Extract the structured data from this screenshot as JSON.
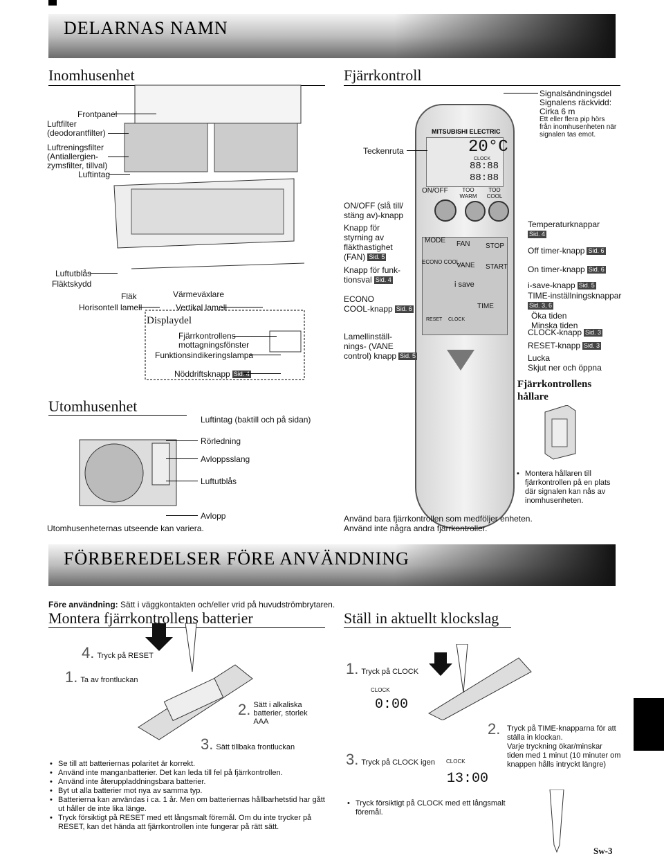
{
  "section1": {
    "title": "DELARNAS NAMN"
  },
  "indoor": {
    "heading": "Inomhusenhet",
    "labels": [
      "Frontpanel",
      "Luftfilter",
      "(deodorantfilter)",
      "Luftreningsfilter",
      "(Antiallergien-",
      "zymsfilter, tillval)",
      "Luftintag",
      "Luftutblås",
      "Fläktskydd",
      "Fläk",
      "Horisontell lamell",
      "Värmeväxlare",
      "Vertikal lamell",
      "Displaydel",
      "Fjärrkontrollens",
      "mottagningsfönster",
      "Funktionsindikeringslampa",
      "Nöddriftsknapp"
    ],
    "nod_ref": "Sid. 4"
  },
  "outdoor": {
    "heading": "Utomhusenhet",
    "labels": [
      "Luftintag (baktill och på sidan)",
      "Rörledning",
      "Avloppsslang",
      "Luftutblås",
      "Avlopp"
    ],
    "note": "Utomhusenheternas utseende kan variera."
  },
  "remote": {
    "heading": "Fjärrkontroll",
    "teckenruta": "Teckenruta",
    "signal": [
      "Signalsändningsdel",
      "Signalens räckvidd:",
      "Cirka 6 m"
    ],
    "signal_small": [
      "Ett eller flera pip hörs",
      "från inomhusenheten när",
      "signalen tas emot."
    ],
    "brand": "MITSUBISHI ELECTRIC",
    "lcd_temp": "20°C",
    "lcd_clock": "CLOCK",
    "lcd_time1": "88:88",
    "lcd_time2": "88:88",
    "keys": {
      "onoff": "ON/OFF",
      "too_warm": "TOO WARM",
      "too_cool": "TOO COOL",
      "mode": "MODE",
      "fan": "FAN",
      "stop": "STOP",
      "econo": "ECONO COOL",
      "vane": "VANE",
      "start": "START",
      "isave": "i save",
      "time": "TIME",
      "reset": "RESET",
      "clock": "CLOCK"
    },
    "left": [
      {
        "lines": [
          "ON/OFF (slå till/",
          "stäng av)-knapp"
        ],
        "ref": ""
      },
      {
        "lines": [
          "Knapp för",
          "styrning av",
          "fläkthastighet",
          "(FAN)"
        ],
        "ref": "Sid. 5"
      },
      {
        "lines": [
          "Knapp för funk-",
          "tionsval"
        ],
        "ref": "Sid. 4"
      },
      {
        "lines": [
          "ECONO",
          "COOL-knapp"
        ],
        "ref": "Sid. 6"
      },
      {
        "lines": [
          "Lamellinställ-",
          "nings- (VANE",
          "control) knapp"
        ],
        "ref": "Sid. 5"
      }
    ],
    "right": [
      {
        "lines": [
          "Temperaturknappar"
        ],
        "ref": "Sid. 4"
      },
      {
        "lines": [
          "Off timer-knapp"
        ],
        "ref": "Sid. 6"
      },
      {
        "lines": [
          "On timer-knapp"
        ],
        "ref": "Sid. 6"
      },
      {
        "lines": [
          "i-save-knapp"
        ],
        "ref": "Sid. 5"
      },
      {
        "lines": [
          "TIME-inställningsknappar"
        ],
        "ref": "Sid. 3, 6"
      },
      {
        "lines": [
          "Öka tiden",
          "Minska tiden"
        ],
        "ref": ""
      },
      {
        "lines": [
          "CLOCK-knapp"
        ],
        "ref": "Sid. 3"
      },
      {
        "lines": [
          "RESET-knapp"
        ],
        "ref": "Sid. 3"
      },
      {
        "lines": [
          "Lucka",
          "Skjut ner och öppna"
        ],
        "ref": ""
      }
    ],
    "holder_title": [
      "Fjärrkontrollens",
      "hållare"
    ],
    "holder_note": [
      "Montera hållaren till",
      "fjärrkontrollen på en plats",
      "där signalen kan nås av",
      "inomhusenheten."
    ],
    "note": [
      "Använd bara fjärrkontrollen som medföljer enheten.",
      "Använd inte några andra fjärrkontroller."
    ]
  },
  "section2": {
    "title": "FÖRBEREDELSER FÖRE ANVÄNDNING"
  },
  "prep": {
    "intro_bold": "Före användning:",
    "intro": "Sätt i väggkontakten och/eller vrid på huvudströmbrytaren."
  },
  "battery": {
    "heading": "Montera fjärrkontrollens batterier",
    "s4": "Tryck på RESET",
    "s1": "Ta av frontluckan",
    "s2": [
      "Sätt i alkaliska",
      "batterier, storlek",
      "AAA"
    ],
    "s3": "Sätt tillbaka frontluckan",
    "n1": "1.",
    "n2": "2.",
    "n3": "3.",
    "n4": "4.",
    "bullets": [
      "Se till att batteriernas polaritet är korrekt.",
      "Använd inte manganbatterier. Det kan leda till fel på fjärrkontrollen.",
      "Använd inte återuppladdningsbara batterier.",
      "Byt ut alla batterier mot nya av samma typ.",
      "Batterierna kan användas i ca. 1 år. Men om batteriernas hållbarhetstid har gått ut håller de inte lika länge.",
      "Tryck försiktigt på RESET med ett långsmalt föremål. Om du inte trycker på RESET, kan det hända att fjärrkontrollen inte fungerar på rätt sätt."
    ]
  },
  "clock": {
    "heading": "Ställ in aktuellt klockslag",
    "n1": "1.",
    "n2": "2.",
    "n3": "3.",
    "s1": "Tryck på CLOCK",
    "s2": [
      "Tryck på TIME-knapparna för att",
      "ställa in klockan.",
      "Varje tryckning ökar/minskar",
      "tiden med 1 minut (10 minuter om",
      "knappen hålls intryckt längre)"
    ],
    "s3": "Tryck på CLOCK igen",
    "lcd_label": "CLOCK",
    "lcd1": "0:00",
    "lcd2": "13:00",
    "bullet": "Tryck försiktigt på CLOCK med ett långsmalt föremål."
  },
  "footer": {
    "page": "Sw-3"
  }
}
